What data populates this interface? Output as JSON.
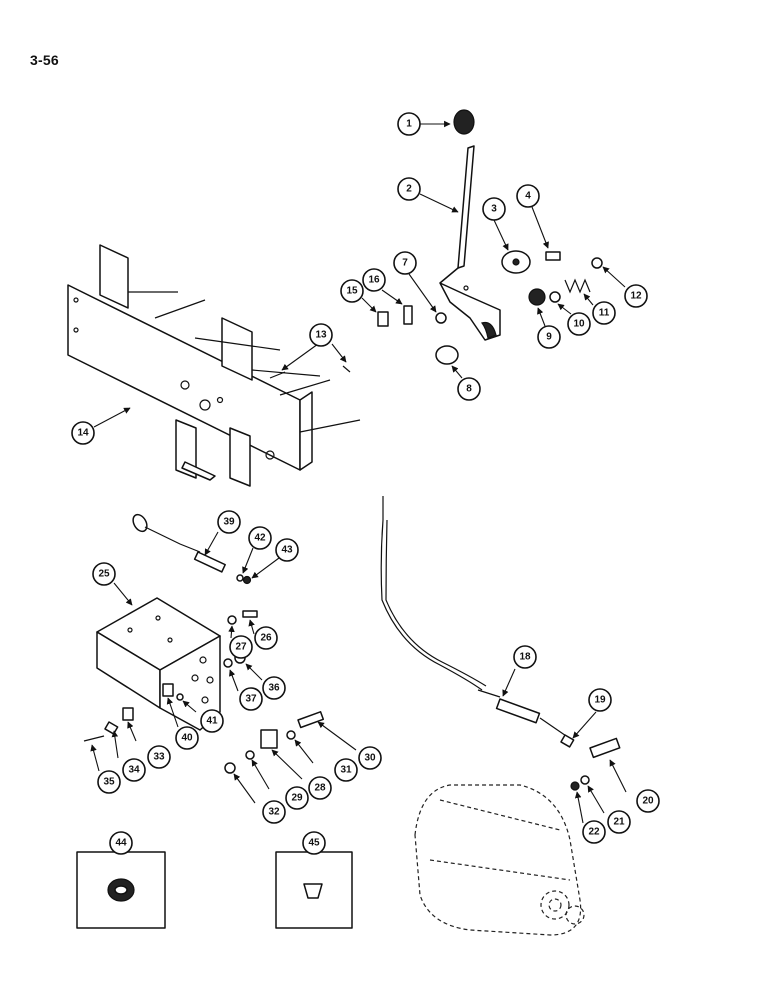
{
  "page": {
    "number": "3-56"
  },
  "callouts": [
    "1",
    "2",
    "3",
    "4",
    "7",
    "9",
    "10",
    "11",
    "12",
    "15",
    "16",
    "8",
    "13",
    "14",
    "39",
    "42",
    "43",
    "25",
    "26",
    "27",
    "37",
    "36",
    "41",
    "40",
    "33",
    "34",
    "35",
    "30",
    "31",
    "28",
    "29",
    "32",
    "18",
    "19",
    "20",
    "21",
    "22",
    "44",
    "45"
  ]
}
